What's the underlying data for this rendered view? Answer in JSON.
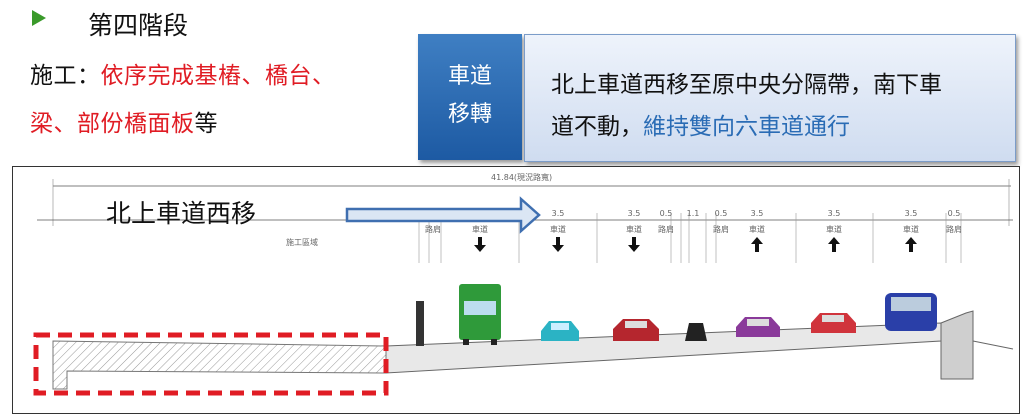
{
  "heading": {
    "title": "第四階段",
    "bullet_icon": "arrow-bullet-icon"
  },
  "work": {
    "label": "施工：",
    "items_line1": "依序完成基樁、橋台、",
    "items_line2": "梁、部份橋面板",
    "suffix": "等"
  },
  "info_box": {
    "label_line1": "車道",
    "label_line2": "移轉",
    "desc_line1": "北上車道西移至原中央分隔帶，南下車",
    "desc_line2_plain": "道不動，",
    "desc_line2_highlight": "維持雙向六車道通行"
  },
  "diagram": {
    "total_width": "41.84(現況路寬)",
    "work_zone_label": "施工區域",
    "arrow_caption": "北上車道西移",
    "lanes": [
      {
        "dim": "",
        "label": "路肩"
      },
      {
        "dim": "",
        "label": "車道",
        "dir": "down"
      },
      {
        "dim": "3.5",
        "label": "車道",
        "dir": "down"
      },
      {
        "dim": "3.5",
        "label": "車道",
        "dir": "down"
      },
      {
        "dim": "0.5",
        "label": "路肩"
      },
      {
        "dim": "1.1",
        "label": ""
      },
      {
        "dim": "0.5",
        "label": "路肩"
      },
      {
        "dim": "3.5",
        "label": "車道",
        "dir": "up"
      },
      {
        "dim": "3.5",
        "label": "車道",
        "dir": "up"
      },
      {
        "dim": "3.5",
        "label": "車道",
        "dir": "up"
      },
      {
        "dim": "0.5",
        "label": "路肩"
      }
    ],
    "colors": {
      "highlight": "#e01c24",
      "accent": "#2a6cb5"
    }
  }
}
